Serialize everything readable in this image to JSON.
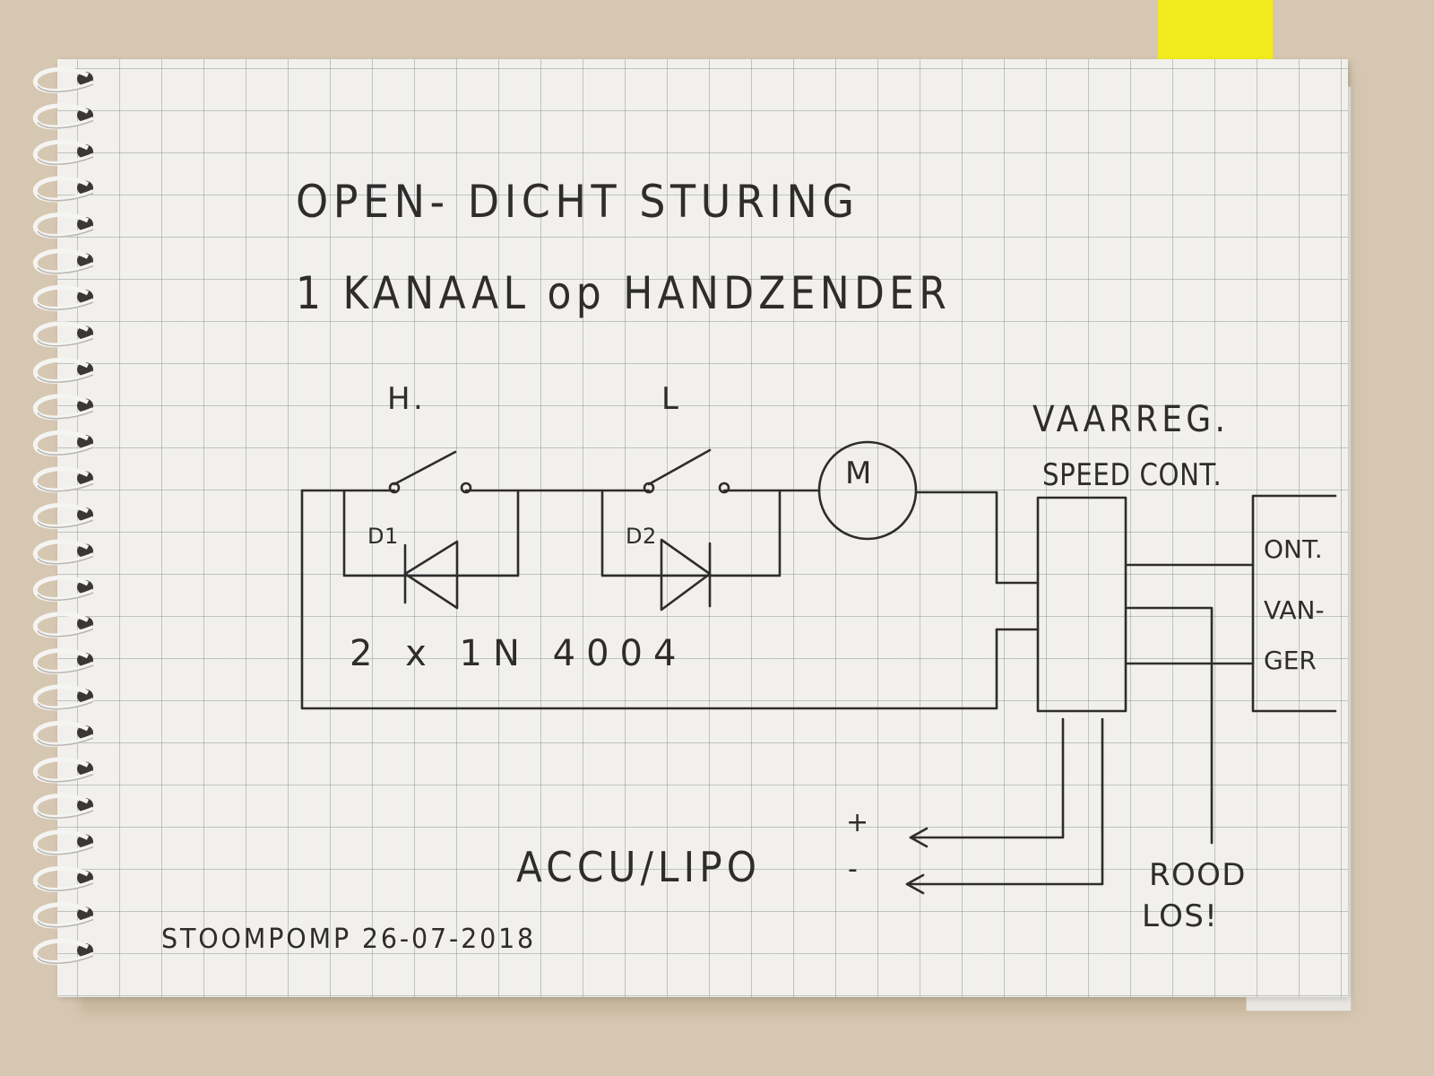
{
  "title": {
    "line1": "OPEN- DICHT STURING",
    "line2": "1 KANAAL op HANDZENDER"
  },
  "switch_labels": {
    "high": "H.",
    "low": "L"
  },
  "diode_labels": {
    "d1": "D1",
    "d2": "D2"
  },
  "diode_part": "2 x 1N 4004",
  "motor_label": "M",
  "speed_controller": {
    "line1": "VAARREG.",
    "line2": "SPEED CONT."
  },
  "receiver": {
    "line1": "ONT.",
    "line2": "VAN-",
    "line3": "GER"
  },
  "battery": {
    "label": "ACCU/LIPO",
    "plus": "+",
    "minus": "-"
  },
  "note": {
    "line1": "ROOD",
    "line2": "LOS!"
  },
  "signature": "STOOMPOMP 26-07-2018",
  "colors": {
    "ink": "#2e2c2c",
    "paper": "#f1f0ec",
    "sticky_note": "#f2ec1e",
    "desk": "#d6c7b2"
  }
}
